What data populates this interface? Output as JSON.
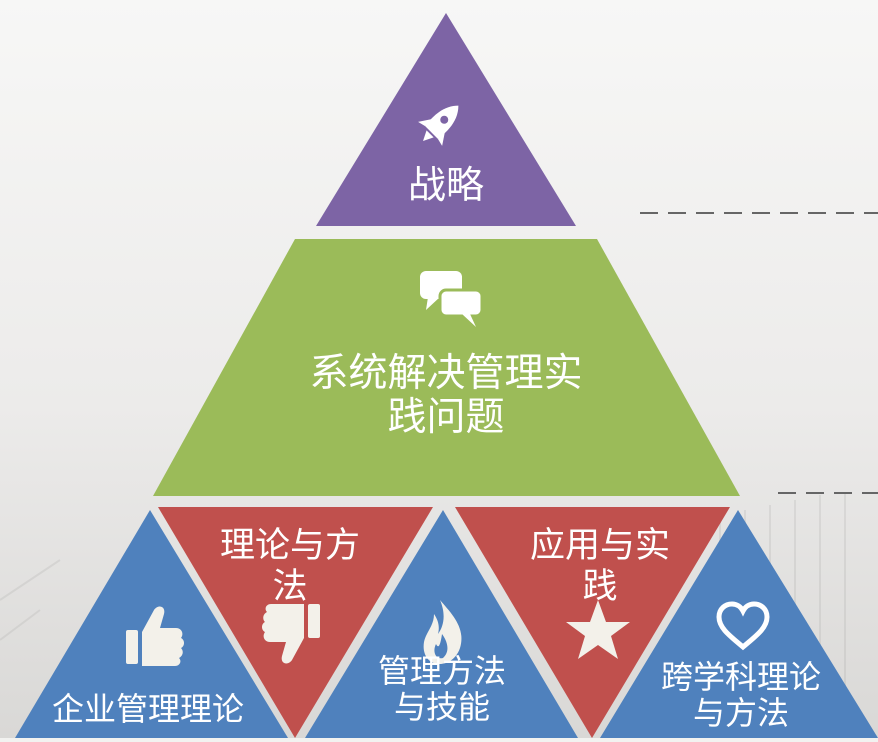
{
  "pyramid": {
    "top": {
      "label": "战略",
      "icon": "rocket-icon",
      "color": "#7d64a5"
    },
    "middle": {
      "label_line1": "系统解决管理实",
      "label_line2": "践问题",
      "icon": "chat-bubbles-icon",
      "color": "#9bbb59"
    },
    "base": [
      {
        "label": "企业管理理论",
        "icon": "thumbs-up-icon",
        "color": "#4f81bd"
      },
      {
        "label_line1": "理论与方",
        "label_line2": "法",
        "icon": "thumbs-down-icon",
        "color": "#c0504d"
      },
      {
        "label_line1": "管理方法",
        "label_line2": "与技能",
        "icon": "flame-icon",
        "color": "#4f81bd"
      },
      {
        "label_line1": "应用与实",
        "label_line2": "践",
        "icon": "star-icon",
        "color": "#c0504d"
      },
      {
        "label_line1": "跨学科理论",
        "label_line2": "与方法",
        "icon": "heart-icon",
        "color": "#4f81bd"
      }
    ]
  }
}
